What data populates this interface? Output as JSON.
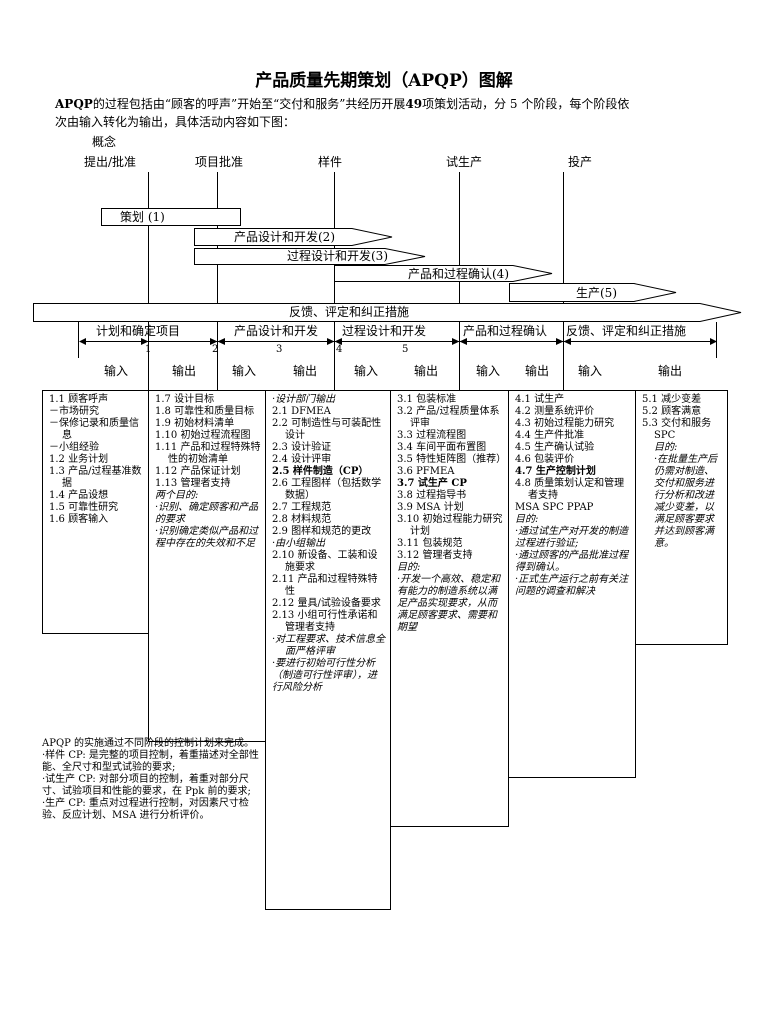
{
  "title": "产品质量先期策划（APQP）图解",
  "intro": {
    "line1_pre": "APQP",
    "line1_mid": "的过程包括由“顾客的呼声”开始至“交付和服务”共经历开展",
    "line1_num": "49",
    "line1_post": "项策划活动，分 5 个阶段，每个阶段依",
    "line2": "次由输入转化为输出，具体活动内容如下图："
  },
  "concept": "概念",
  "milestones": [
    "提出/批准",
    "项目批准",
    "样件",
    "试生产",
    "投产"
  ],
  "phases": [
    "策划 (1)",
    "产品设计和开发(2)",
    "过程设计和开发(3)",
    "产品和过程确认(4)",
    "生产(5)",
    "反馈、评定和纠正措施"
  ],
  "stage_labels": [
    "计划和确定项目",
    "产品设计和开发",
    "过程设计和开发",
    "产品和过程确认",
    "反馈、评定和纠正措施"
  ],
  "stage_numbers": [
    "1",
    "2",
    "3",
    "4",
    "5"
  ],
  "io_labels": [
    "输入",
    "输出",
    "输入",
    "输出",
    "输入",
    "输出",
    "输入",
    "输出",
    "输入",
    "输出"
  ],
  "col1": [
    "1.1 顾客呼声",
    "－市场研究",
    "－保修记录和质量信息",
    "－小组经验",
    "1.2 业务计划",
    "1.3 产品/过程基准数据",
    "1.4 产品设想",
    "1.5 可靠性研究",
    "1.6 顾客输入"
  ],
  "col2": {
    "items": [
      "1.7 设计目标",
      "1.8 可靠性和质量目标",
      "1.9 初始材料清单",
      "1.10 初始过程流程图",
      "1.11 产品和过程特殊特性的初始清单",
      "1.12 产品保证计划",
      "1.13 管理者支持"
    ],
    "goal_title": "两个目的:",
    "goals": [
      "·识别、确定顾客和产品的要求",
      "·识别确定类似产品和过程中存在的失效和不足"
    ]
  },
  "col3": {
    "head": "·设计部门输出",
    "items_a": [
      "2.1 DFMEA",
      "2.2 可制造性与可装配性设计",
      "2.3 设计验证",
      "2.4 设计评审"
    ],
    "item_bold": "2.5 样件制造（CP）",
    "items_b": [
      "2.6 工程图样（包括数学数据）",
      "2.7 工程规范",
      "2.8 材料规范",
      "2.9 图样和规范的更改"
    ],
    "head2": "·由小组输出",
    "items_c": [
      "2.10 新设备、工装和设施要求",
      "2.11 产品和过程特殊特性",
      "2.12 量具/试验设备要求",
      "2.13 小组可行性承诺和管理者支持"
    ],
    "goals": [
      "·对工程要求、技术信息全面严格评审",
      "·要进行初始可行性分析（制造可行性评审），进行风险分析"
    ]
  },
  "col4": {
    "items_a": [
      "3.1 包装标准",
      "3.2 产品/过程质量体系评审",
      "3.3 过程流程图",
      "3.4 车间平面布置图",
      "3.5 特性矩阵图（推荐）",
      "3.6 PFMEA"
    ],
    "item_bold": "3.7 试生产 CP",
    "items_b": [
      "3.8 过程指导书",
      "3.9 MSA 计划",
      "3.10 初始过程能力研究计划",
      "3.11 包装规范",
      "3.12 管理者支持"
    ],
    "goal_title": "目的:",
    "goal": "·开发一个高效、稳定和有能力的制造系统以满足产品实现要求，从而满足顾客要求、需要和期望"
  },
  "col5": {
    "items_a": [
      "4.1 试生产",
      "4.2 测量系统评价",
      "4.3 初始过程能力研究",
      "4.4 生产件批准",
      "4.5 生产确认试验",
      "4.6 包装评价"
    ],
    "item_bold": "4.7 生产控制计划",
    "items_b": [
      "4.8 质量策划认定和管理者支持",
      "MSA  SPC  PPAP"
    ],
    "goal_title": "目的:",
    "goals": [
      "·通过试生产对开发的制造过程进行验证;",
      "·通过顾客的产品批准过程得到确认。",
      "·正式生产运行之前有关注问题的调查和解决"
    ]
  },
  "col6": {
    "items": [
      "5.1 减少变差",
      "5.2 顾客满意",
      "5.3 交付和服务"
    ],
    "spc": "SPC",
    "goal_title": "目的:",
    "goal": "·在批量生产后仍需对制造、交付和服务进行分析和改进减少变差，以满足顾客要求并达到顾客满意。"
  },
  "note": [
    "APQP 的实施通过不同阶段的控制计划来完成。",
    "·样件 CP: 是完整的项目控制，着重描述对全部性能、全尺寸和型式试验的要求;",
    "·试生产 CP: 对部分项目的控制，着重对部分尺寸、试验项目和性能的要求，在 Ppk 前的要求;",
    "·生产 CP: 重点对过程进行控制，对因素尺寸检验、反应计划、MSA 进行分析评价。"
  ]
}
